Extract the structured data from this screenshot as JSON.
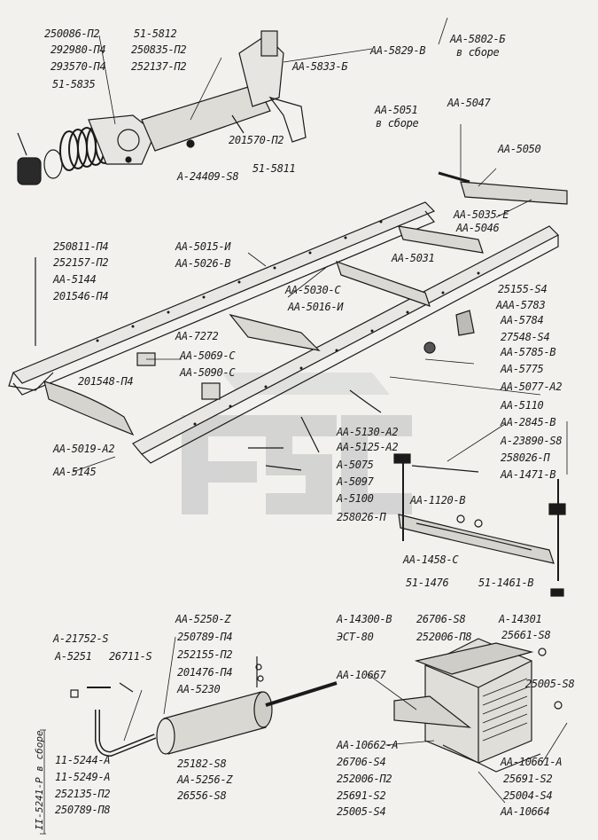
{
  "diagram": {
    "engine_mount": {
      "labels": [
        "250086-П2",
        "292980-П4",
        "293570-П4",
        "51-5835",
        "51-5812",
        "250835-П2",
        "252137-П2",
        "АА-5833-Б",
        "АА-5829-В",
        "АА-5802-Б",
        "в сборе",
        "201570-П2",
        "А-24409-S8",
        "51-5811"
      ]
    },
    "frame": {
      "labels": [
        "АА-5051",
        "в сборе",
        "АА-5047",
        "АА-5050",
        "АА-5035-Е",
        "АА-5046",
        "АА-5015-И",
        "АА-5026-В",
        "АА-5031",
        "АА-5030-С",
        "АА-5016-И",
        "250811-П4",
        "252157-П2",
        "АА-5144",
        "201546-П4",
        "25155-S4",
        "ААА-5783",
        "АА-5784",
        "27548-S4",
        "АА-5785-В",
        "АА-7272",
        "АА-5069-С",
        "АА-5775",
        "АА-5090-С",
        "АА-5077-А2",
        "АА-5110",
        "201548-П4",
        "АА-5019-А2",
        "АА-5145",
        "АА-5130-А2",
        "АА-5125-А2",
        "А-5075",
        "А-5097",
        "А-5100"
      ]
    },
    "rear_spring": {
      "labels": [
        "АА-2845-В",
        "А-23890-S8",
        "258026-П",
        "АА-1471-В",
        "АА-1120-В",
        "258026-П",
        "АА-1458-С",
        "51-1476",
        "51-1461-В"
      ]
    },
    "muffler": {
      "labels": [
        "АА-5250-Z",
        "250789-П4",
        "252155-П2",
        "201476-П4",
        "АА-5230",
        "А-21752-S",
        "А-5251",
        "26711-S",
        "11-5244-А",
        "11-5249-А",
        "252135-П2",
        "250789-П8",
        "25182-S8",
        "АА-5256-Z",
        "26556-S8"
      ],
      "side_note": "II-5241-Р в сборе"
    },
    "radiator_box": {
      "labels": [
        "А-14300-В",
        "ЭСТ-80",
        "26706-S8",
        "252006-П8",
        "А-14301",
        "25661-S8",
        "25005-S8",
        "АА-10667",
        "АА-10662-А",
        "26706-S4",
        "252006-П2",
        "25691-S2",
        "25005-S4",
        "АА-10661-А",
        "25691-S2",
        "25004-S4",
        "АА-10664"
      ]
    }
  },
  "colors": {
    "ink": "#1a1a1a",
    "paper": "#f2f1ee",
    "watermark": "#c9c9c9"
  }
}
